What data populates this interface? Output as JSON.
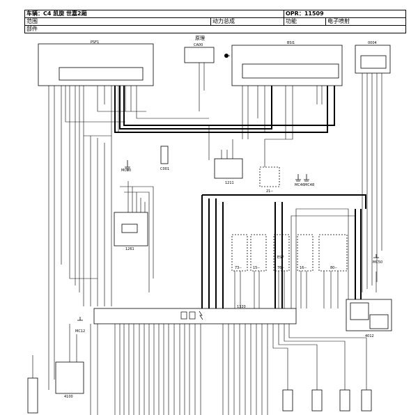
{
  "header": {
    "vehicle_label": "车辆：C4 凯旋 世嘉2厢",
    "opr_label": "OPR：11509",
    "scope_label": "范围",
    "scope_value": "动力总成",
    "function_label": "功能",
    "function_value": "电子喷射",
    "parts_label": "部件"
  },
  "diagram": {
    "principle_label": "原理",
    "components": {
      "psf1": "PSF1",
      "ca00": "CA00",
      "bsi1": "BSI1",
      "c0004": "0004",
      "c001": "C001",
      "c1211": "1211",
      "c21": "21--",
      "c1261": "1261",
      "c1320": "1320",
      "c4012": "4012",
      "c4100": "4100",
      "c73": "73--",
      "c15a": "15--",
      "c76": "76--",
      "c16": "16--",
      "c80": "80--",
      "esp": "ESP"
    },
    "connectors": {
      "mc10": "MC10",
      "mc12": "MC12",
      "mc46": "MC46",
      "mc48": "MC48",
      "mc50": "MC50"
    }
  }
}
